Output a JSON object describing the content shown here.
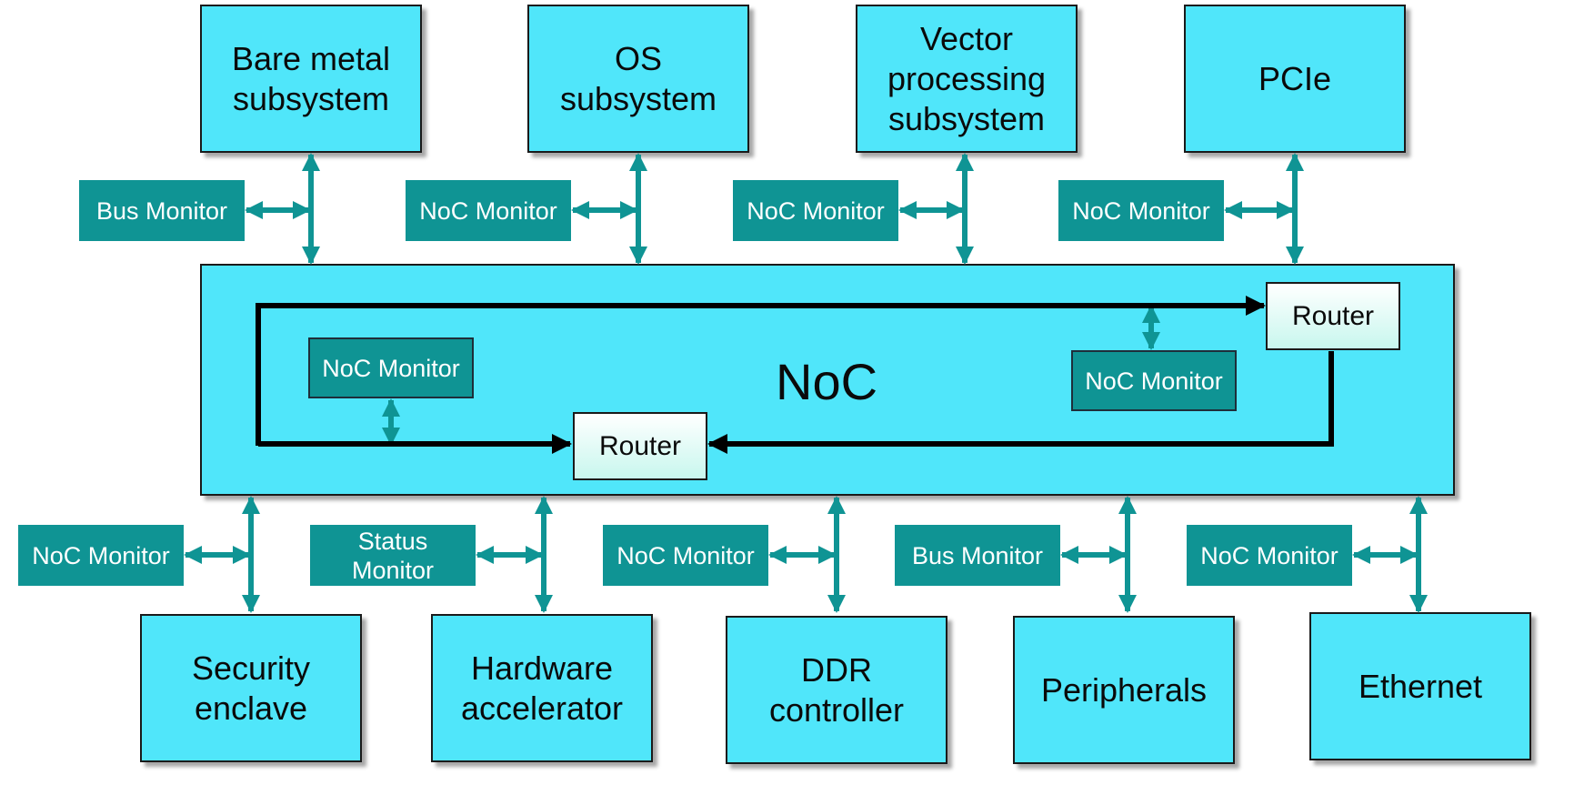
{
  "top_boxes": [
    {
      "label": "Bare metal\nsubsystem"
    },
    {
      "label": "OS\nsubsystem"
    },
    {
      "label": "Vector\nprocessing\nsubsystem"
    },
    {
      "label": "PCIe"
    }
  ],
  "top_monitors": [
    {
      "label": "Bus Monitor"
    },
    {
      "label": "NoC Monitor"
    },
    {
      "label": "NoC Monitor"
    },
    {
      "label": "NoC Monitor"
    }
  ],
  "noc": {
    "label": "NoC",
    "router_right": "Router",
    "router_bottom": "Router",
    "monitor_left": "NoC Monitor",
    "monitor_right": "NoC Monitor"
  },
  "bottom_monitors": [
    {
      "label": "NoC Monitor"
    },
    {
      "label": "Status\nMonitor"
    },
    {
      "label": "NoC Monitor"
    },
    {
      "label": "Bus Monitor"
    },
    {
      "label": "NoC Monitor"
    }
  ],
  "bottom_boxes": [
    {
      "label": "Security\nenclave"
    },
    {
      "label": "Hardware\naccelerator"
    },
    {
      "label": "DDR\ncontroller"
    },
    {
      "label": "Peripherals"
    },
    {
      "label": "Ethernet"
    }
  ],
  "colors": {
    "box_fill": "#50e6fa",
    "monitor_fill": "#0f9494",
    "connector": "#0f9494",
    "ring": "#000000"
  }
}
